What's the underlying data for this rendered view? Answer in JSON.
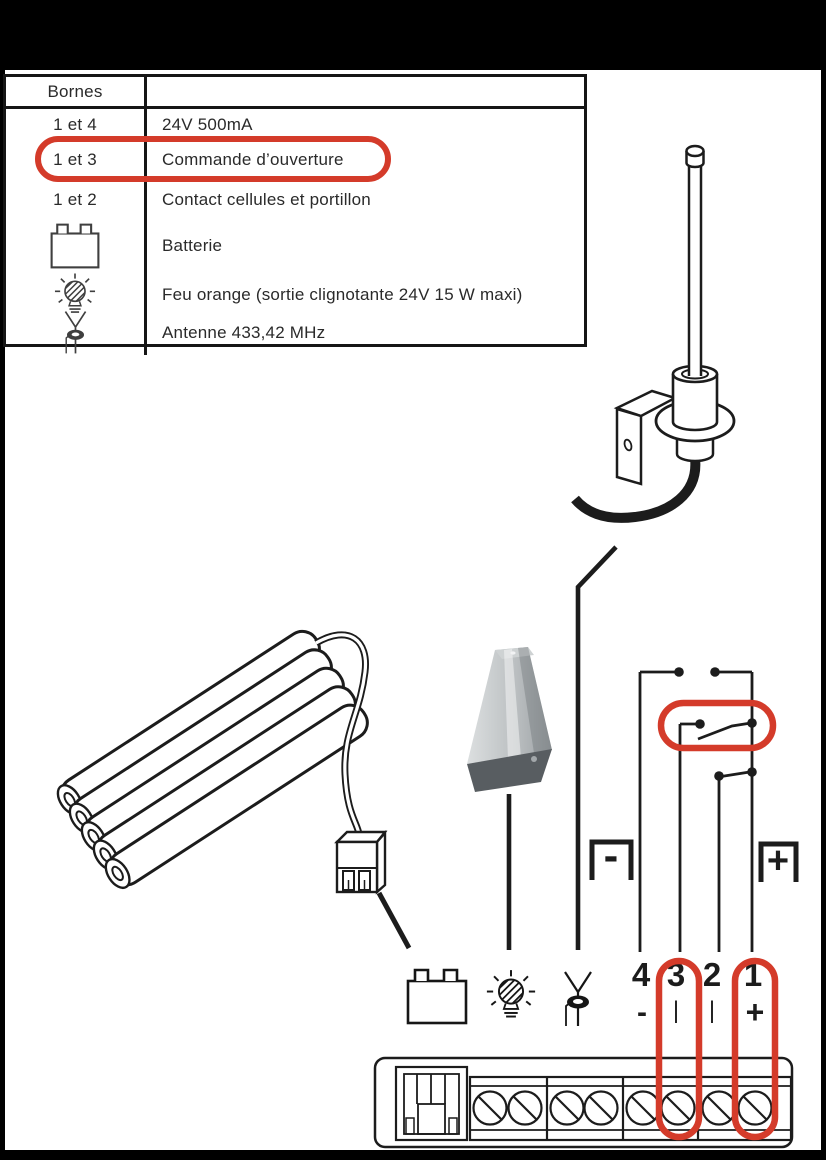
{
  "colors": {
    "page_bg": "#000000",
    "paper": "#ffffff",
    "ink": "#1c1c1c",
    "highlight_red": "#d43b2a",
    "beacon_light": "#c9cdcf",
    "beacon_dark": "#585d61"
  },
  "legend_table": {
    "header": {
      "terminals_col": "Bornes",
      "description_col": ""
    },
    "rows": [
      {
        "terminals": "1 et 4",
        "description": "24V 500mA",
        "highlighted": false
      },
      {
        "terminals": "1 et 3",
        "description": "Commande d’ouverture",
        "highlighted": true
      },
      {
        "terminals": "1 et 2",
        "description": "Contact cellules et portillon",
        "highlighted": false
      },
      {
        "icon": "battery-icon",
        "description": "Batterie"
      },
      {
        "icon": "flashing-light-icon",
        "description": "Feu orange (sortie clignotante 24V 15 W maxi)"
      },
      {
        "icon": "antenna-icon",
        "description": "Antenne 433,42 MHz"
      }
    ]
  },
  "wiring_diagram": {
    "terminal_numbers": [
      "4",
      "3",
      "2",
      "1"
    ],
    "terminal_polarity": [
      "-",
      "|",
      "|",
      "+"
    ],
    "negative_bus_label": "-",
    "positive_bus_label": "+",
    "bottom_icons": [
      "battery-icon",
      "flashing-light-icon",
      "antenna-icon"
    ]
  }
}
